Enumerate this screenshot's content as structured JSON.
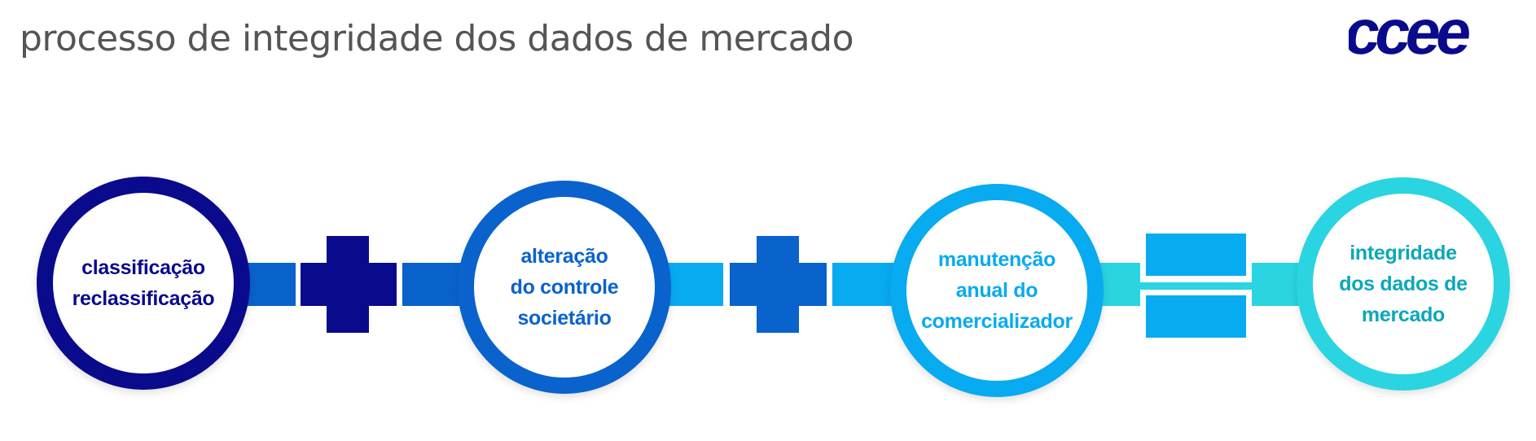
{
  "header": {
    "title": "processo de integridade dos dados de mercado",
    "logo_text": "ccee"
  },
  "colors": {
    "navy": "#0a0a8c",
    "blue": "#0a62cc",
    "light_blue": "#08aaf0",
    "cyan": "#2ad4e0",
    "cyan_text": "#0aa8b8",
    "title_gray": "#555555"
  },
  "steps": [
    {
      "lines": [
        "classificação",
        "reclassificação"
      ]
    },
    {
      "lines": [
        "alteração",
        "do controle",
        "societário"
      ]
    },
    {
      "lines": [
        "manutenção",
        "anual do",
        "comercializador"
      ]
    },
    {
      "lines": [
        "integridade",
        "dos dados de",
        "mercado"
      ]
    }
  ],
  "operators": [
    "plus-icon",
    "plus-icon",
    "equals-icon"
  ]
}
